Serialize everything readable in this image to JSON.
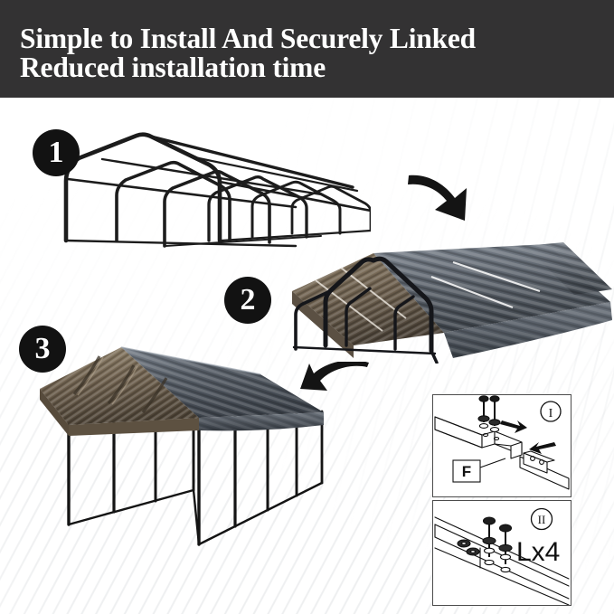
{
  "header": {
    "line1": "Simple to Install And Securely Linked",
    "line2": "Reduced installation time",
    "background_color": "#333233",
    "text_color": "#ffffff"
  },
  "steps": [
    {
      "number": "1",
      "name": "frame-assembly",
      "description": "Bare steel tube frame with arched trusses assembled"
    },
    {
      "number": "2",
      "name": "roof-panel-installation",
      "description": "Corrugated metal roof panels laid over the frame"
    },
    {
      "number": "3",
      "name": "completed-carport",
      "description": "Finished carport with roof and legs standing"
    }
  ],
  "badge": {
    "background_color": "#121212",
    "text_color": "#ffffff"
  },
  "arrows": [
    {
      "name": "arrow-step1-to-step2",
      "direction": "down-right",
      "color": "#141414"
    },
    {
      "name": "arrow-step2-to-step3",
      "direction": "left",
      "color": "#141414"
    }
  ],
  "detail_panels": [
    {
      "name": "detail-panel-1",
      "label": "I",
      "callout": "F",
      "description": "Square tube slides into beam and is fastened with bolts"
    },
    {
      "name": "detail-panel-2",
      "label": "II",
      "quantity": "Lx4",
      "description": "Four bolts with washers and nuts fasten the rail"
    }
  ],
  "colors": {
    "roof_top": "#5a6068",
    "roof_gable": "#6b5d4c",
    "frame": "#1c1c1c",
    "panel_border": "#4c4c4c",
    "background": "#ffffff"
  }
}
